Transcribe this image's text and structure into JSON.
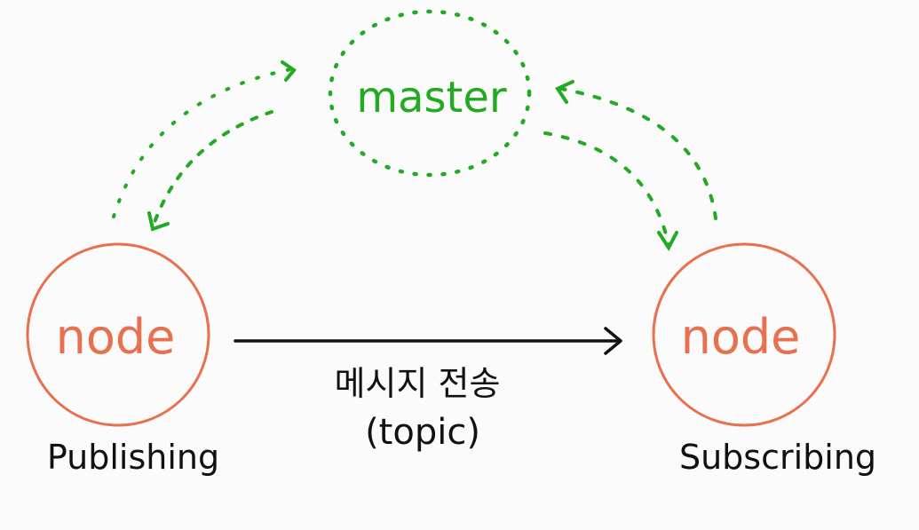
{
  "diagram": {
    "master": {
      "label": "master",
      "color": "#22aa22"
    },
    "publisher_node": {
      "label": "node",
      "caption": "Publishing",
      "color": "#e8704e"
    },
    "subscriber_node": {
      "label": "node",
      "caption": "Subscribing",
      "color": "#e8704e"
    },
    "message_arrow": {
      "label_line1": "메시지 전송",
      "label_line2": "(topic)",
      "color": "#111111"
    },
    "master_link_color": "#22aa22",
    "text_color": "#111111"
  }
}
